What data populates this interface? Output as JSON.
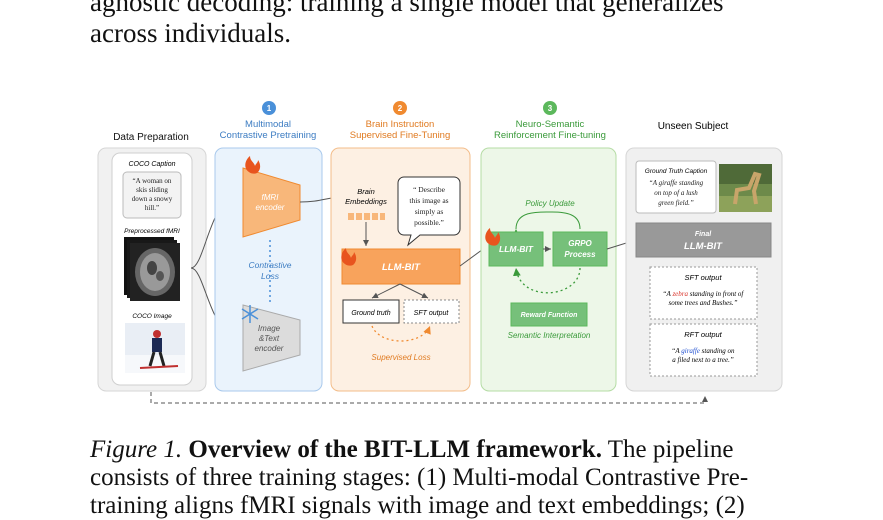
{
  "top_text": {
    "line1": "agnostic decoding: training a single model that generalizes",
    "line2": "across individuals."
  },
  "figure": {
    "data_prep": {
      "title": "Data Preparation",
      "coco_caption_label": "COCO Caption",
      "coco_caption_quote": [
        "“A woman on",
        "skis sliding",
        "down a snowy",
        "hill.”"
      ],
      "fmri_label": "Preprocessed fMRI",
      "coco_image_label": "COCO Image"
    },
    "stage1": {
      "number": "1",
      "title_line1": "Multimodal",
      "title_line2": "Contrastive Pretraining",
      "fmri_encoder": [
        "fMRI",
        "encoder"
      ],
      "contrastive_loss": [
        "Contrastive",
        "Loss"
      ],
      "image_text_encoder": [
        "Image",
        "&Text",
        "encoder"
      ]
    },
    "stage2": {
      "number": "2",
      "title_line1": "Brain Instruction",
      "title_line2": "Supervised Fine-Tuning",
      "brain_embeddings": [
        "Brain",
        "Embeddings"
      ],
      "instruction_quote": [
        "“ Describe",
        "this image as",
        "simply as",
        "possible.”"
      ],
      "llm_bit": "LLM-BIT",
      "ground_truth": "Ground truth",
      "sft_output": "SFT output",
      "supervised_loss": "Supervised Loss"
    },
    "stage3": {
      "number": "3",
      "title_line1": "Neuro-Semantic",
      "title_line2": "Reinforcement Fine-tuning",
      "policy_update": "Policy Update",
      "llm_bit": "LLM-BIT",
      "grpo_process": [
        "GRPO",
        "Process"
      ],
      "reward_function": "Reward Function",
      "semantic_interpretation": "Semantic Interpretation"
    },
    "unseen": {
      "title": "Unseen Subject",
      "gt_caption_label": "Ground Truth Caption",
      "gt_caption_quote": [
        "“A giraffe standing",
        "on top of a lush",
        "green field.”"
      ],
      "final_label": "Final",
      "final_llm": "LLM-BIT",
      "sft_output_label": "SFT output",
      "sft_line1_pre": "“A ",
      "sft_line1_highlight": "zebra",
      "sft_line1_post": " standing in front of",
      "sft_line2": "some trees and Bushes.”",
      "rft_output_label": "RFT output",
      "rft_line1_pre": "“A ",
      "rft_line1_highlight": "giraffe",
      "rft_line1_post": " standing on",
      "rft_line2": "a filed next to a tree.”"
    },
    "colors": {
      "stage1": "#4a90d9",
      "stage2": "#f08a30",
      "stage3": "#5cb85c",
      "highlight_wrong": "#d9342b",
      "highlight_right": "#1f4fd0"
    }
  },
  "caption": {
    "figure_label": "Figure 1.",
    "bold_title": "Overview of the BIT-LLM framework.",
    "text_after_title": " The pipeline",
    "line2": "consists of three training stages: (1) Multi-modal Contrastive Pre-",
    "line3": "training aligns fMRI signals with image and text embeddings; (2)"
  }
}
